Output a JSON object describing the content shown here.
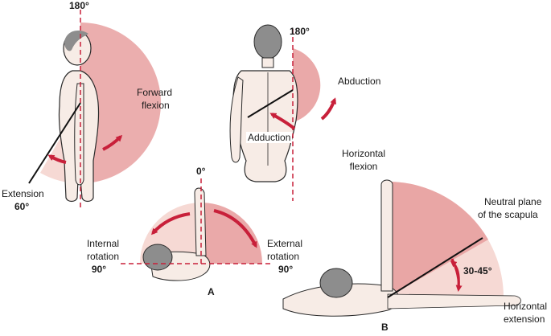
{
  "labels": {
    "flexion_angle": "180°",
    "forward_flexion_line1": "Forward",
    "forward_flexion_line2": "flexion",
    "extension": "Extension",
    "extension_angle": "60°",
    "abduction_angle": "180°",
    "abduction": "Abduction",
    "adduction": "Adduction",
    "rotation_zero": "0°",
    "internal_rotation_line1": "Internal",
    "internal_rotation_line2": "rotation",
    "internal_rotation_angle": "90°",
    "external_rotation_line1": "External",
    "external_rotation_line2": "rotation",
    "external_rotation_angle": "90°",
    "panel_a": "A",
    "horizontal_flexion_line1": "Horizontal",
    "horizontal_flexion_line2": "flexion",
    "neutral_plane_line1": "Neutral plane",
    "neutral_plane_line2": "of the scapula",
    "scapular_angle": "30-45°",
    "horizontal_extension_line1": "Horizontal",
    "horizontal_extension_line2": "extension",
    "panel_b": "B"
  },
  "colors": {
    "arc_fill": "#e8a0a0",
    "arc_fill_light": "#f6d9d4",
    "arrow_red": "#c8203a",
    "skin": "#f7ece6",
    "hair": "#8d8d8d",
    "outline": "#2a2a2a"
  }
}
